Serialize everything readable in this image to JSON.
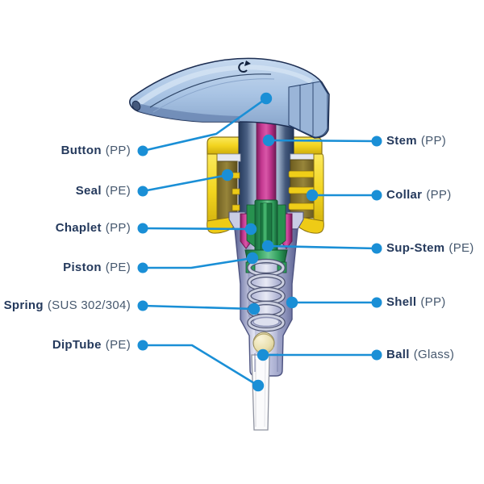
{
  "diagram": {
    "accent_color": "#1a8fd6",
    "palette": {
      "button_blue": "#a9c4e4",
      "stem_magenta": "#c2378f",
      "collar_yellow": "#f2d41f",
      "seal_olive": "#97853a",
      "chaplet_green": "#2f9e5c",
      "shell_lavender": "#bfc3e0",
      "ball_glass": "#efe6b8",
      "label_text": "#24395c"
    },
    "parts_left": [
      {
        "name": "Button",
        "material": "(PP)"
      },
      {
        "name": "Seal",
        "material": "(PE)"
      },
      {
        "name": "Chaplet",
        "material": "(PP)"
      },
      {
        "name": "Piston",
        "material": "(PE)"
      },
      {
        "name": "Spring",
        "material": "(SUS 302/304)"
      },
      {
        "name": "DipTube",
        "material": "(PE)"
      }
    ],
    "parts_right": [
      {
        "name": "Stem",
        "material": "(PP)"
      },
      {
        "name": "Collar",
        "material": "(PP)"
      },
      {
        "name": "Sup-Stem",
        "material": "(PE)"
      },
      {
        "name": "Shell",
        "material": "(PP)"
      },
      {
        "name": "Ball",
        "material": "(Glass)"
      }
    ]
  }
}
